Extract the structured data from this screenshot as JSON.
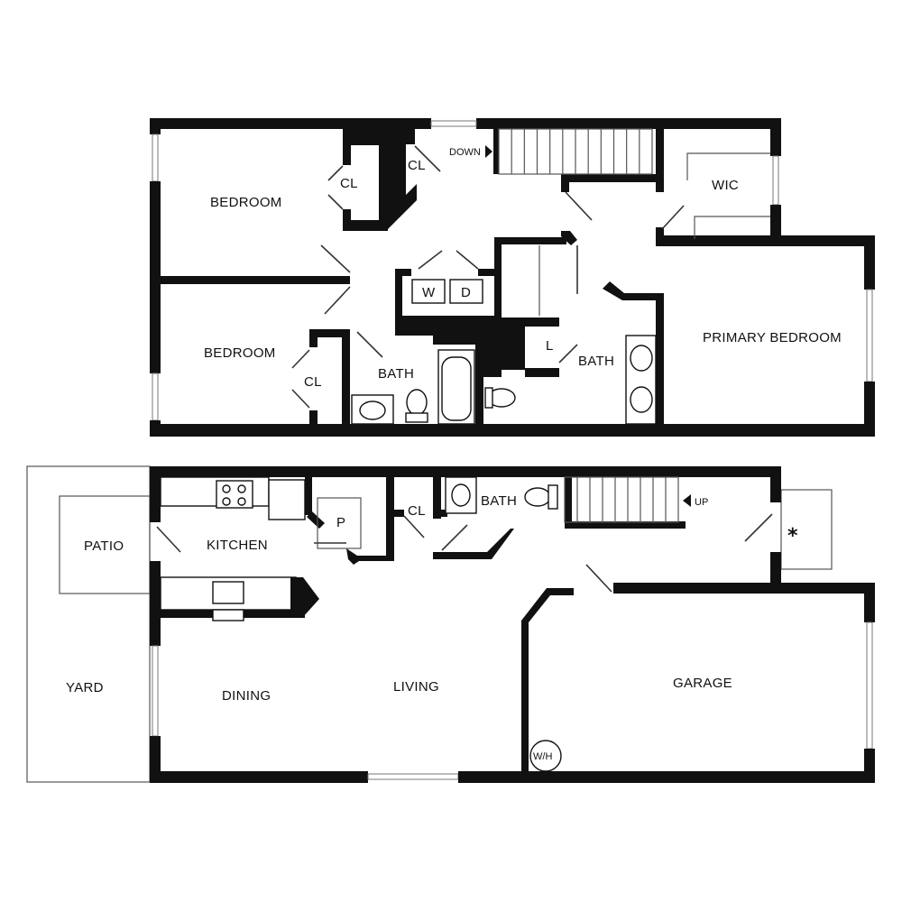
{
  "upper_floor": {
    "rooms": {
      "bedroom_1": "BEDROOM",
      "bedroom_2": "BEDROOM",
      "closet_bed1": "CL",
      "closet_hall": "CL",
      "closet_bed2": "CL",
      "walk_in_closet": "WIC",
      "primary_bedroom": "PRIMARY BEDROOM",
      "hall_bath": "BATH",
      "primary_bath": "BATH",
      "linen": "L"
    },
    "appliances": {
      "washer": "W",
      "dryer": "D"
    },
    "stair_label": "DOWN"
  },
  "lower_floor": {
    "rooms": {
      "patio": "PATIO",
      "kitchen": "KITCHEN",
      "pantry": "P",
      "closet": "CL",
      "bath": "BATH",
      "yard": "YARD",
      "dining": "DINING",
      "living": "LIVING",
      "garage": "GARAGE",
      "water_heater": "W/H"
    },
    "stair_label": "UP",
    "entry_mark": "*"
  },
  "icons": [
    "stair-down-arrow-icon",
    "stair-up-arrow-icon",
    "entry-asterisk-icon",
    "sink-icon",
    "toilet-icon",
    "bathtub-icon",
    "stove-icon",
    "refrigerator-icon"
  ],
  "colors": {
    "wall": "#111111",
    "background": "#ffffff",
    "outline": "#555555"
  }
}
